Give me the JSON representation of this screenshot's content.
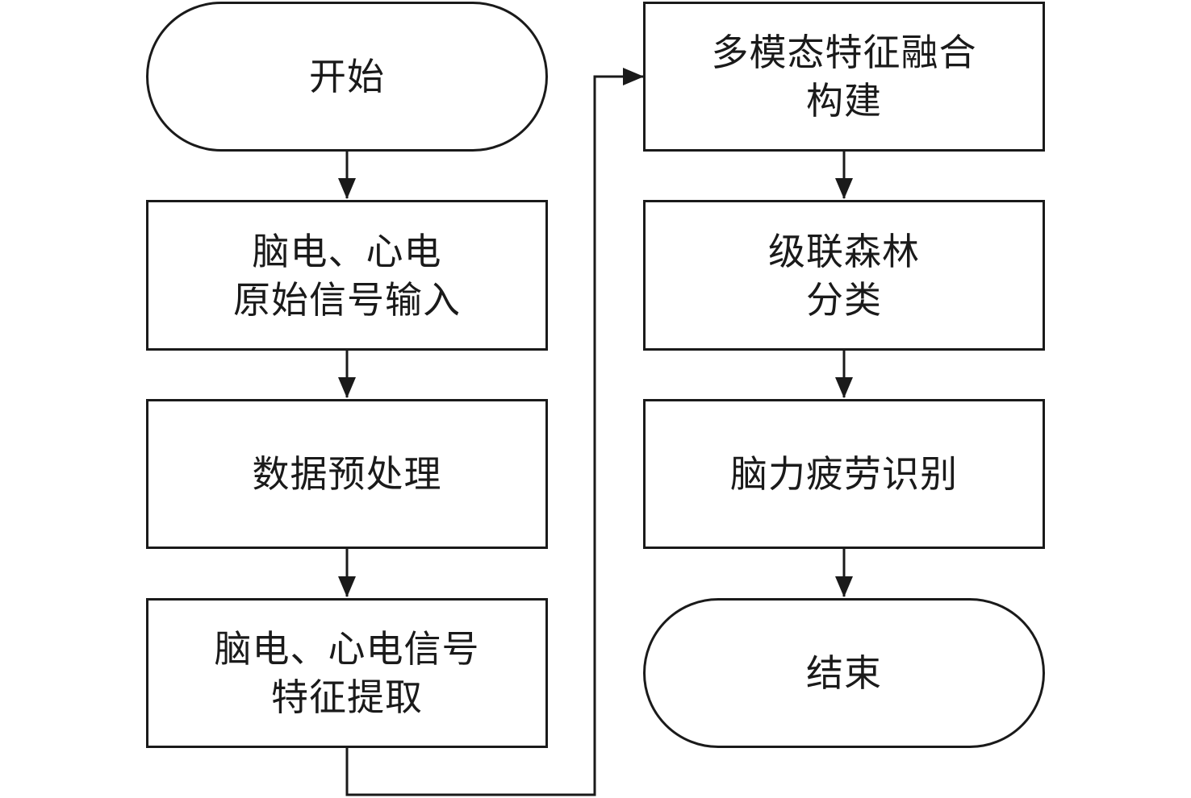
{
  "nodes": {
    "start": {
      "lines": [
        "开始"
      ]
    },
    "raw_input": {
      "lines": [
        "脑电、心电",
        "原始信号输入"
      ]
    },
    "preprocess": {
      "lines": [
        "数据预处理"
      ]
    },
    "feature_extract": {
      "lines": [
        "脑电、心电信号",
        "特征提取"
      ]
    },
    "fusion": {
      "lines": [
        "多模态特征融合",
        "构建"
      ]
    },
    "cascade_forest": {
      "lines": [
        "级联森林",
        "分类"
      ]
    },
    "recognition": {
      "lines": [
        "脑力疲劳识别"
      ]
    },
    "end": {
      "lines": [
        "结束"
      ]
    }
  },
  "colors": {
    "stroke": "#1a1a1a",
    "background": "#ffffff"
  }
}
